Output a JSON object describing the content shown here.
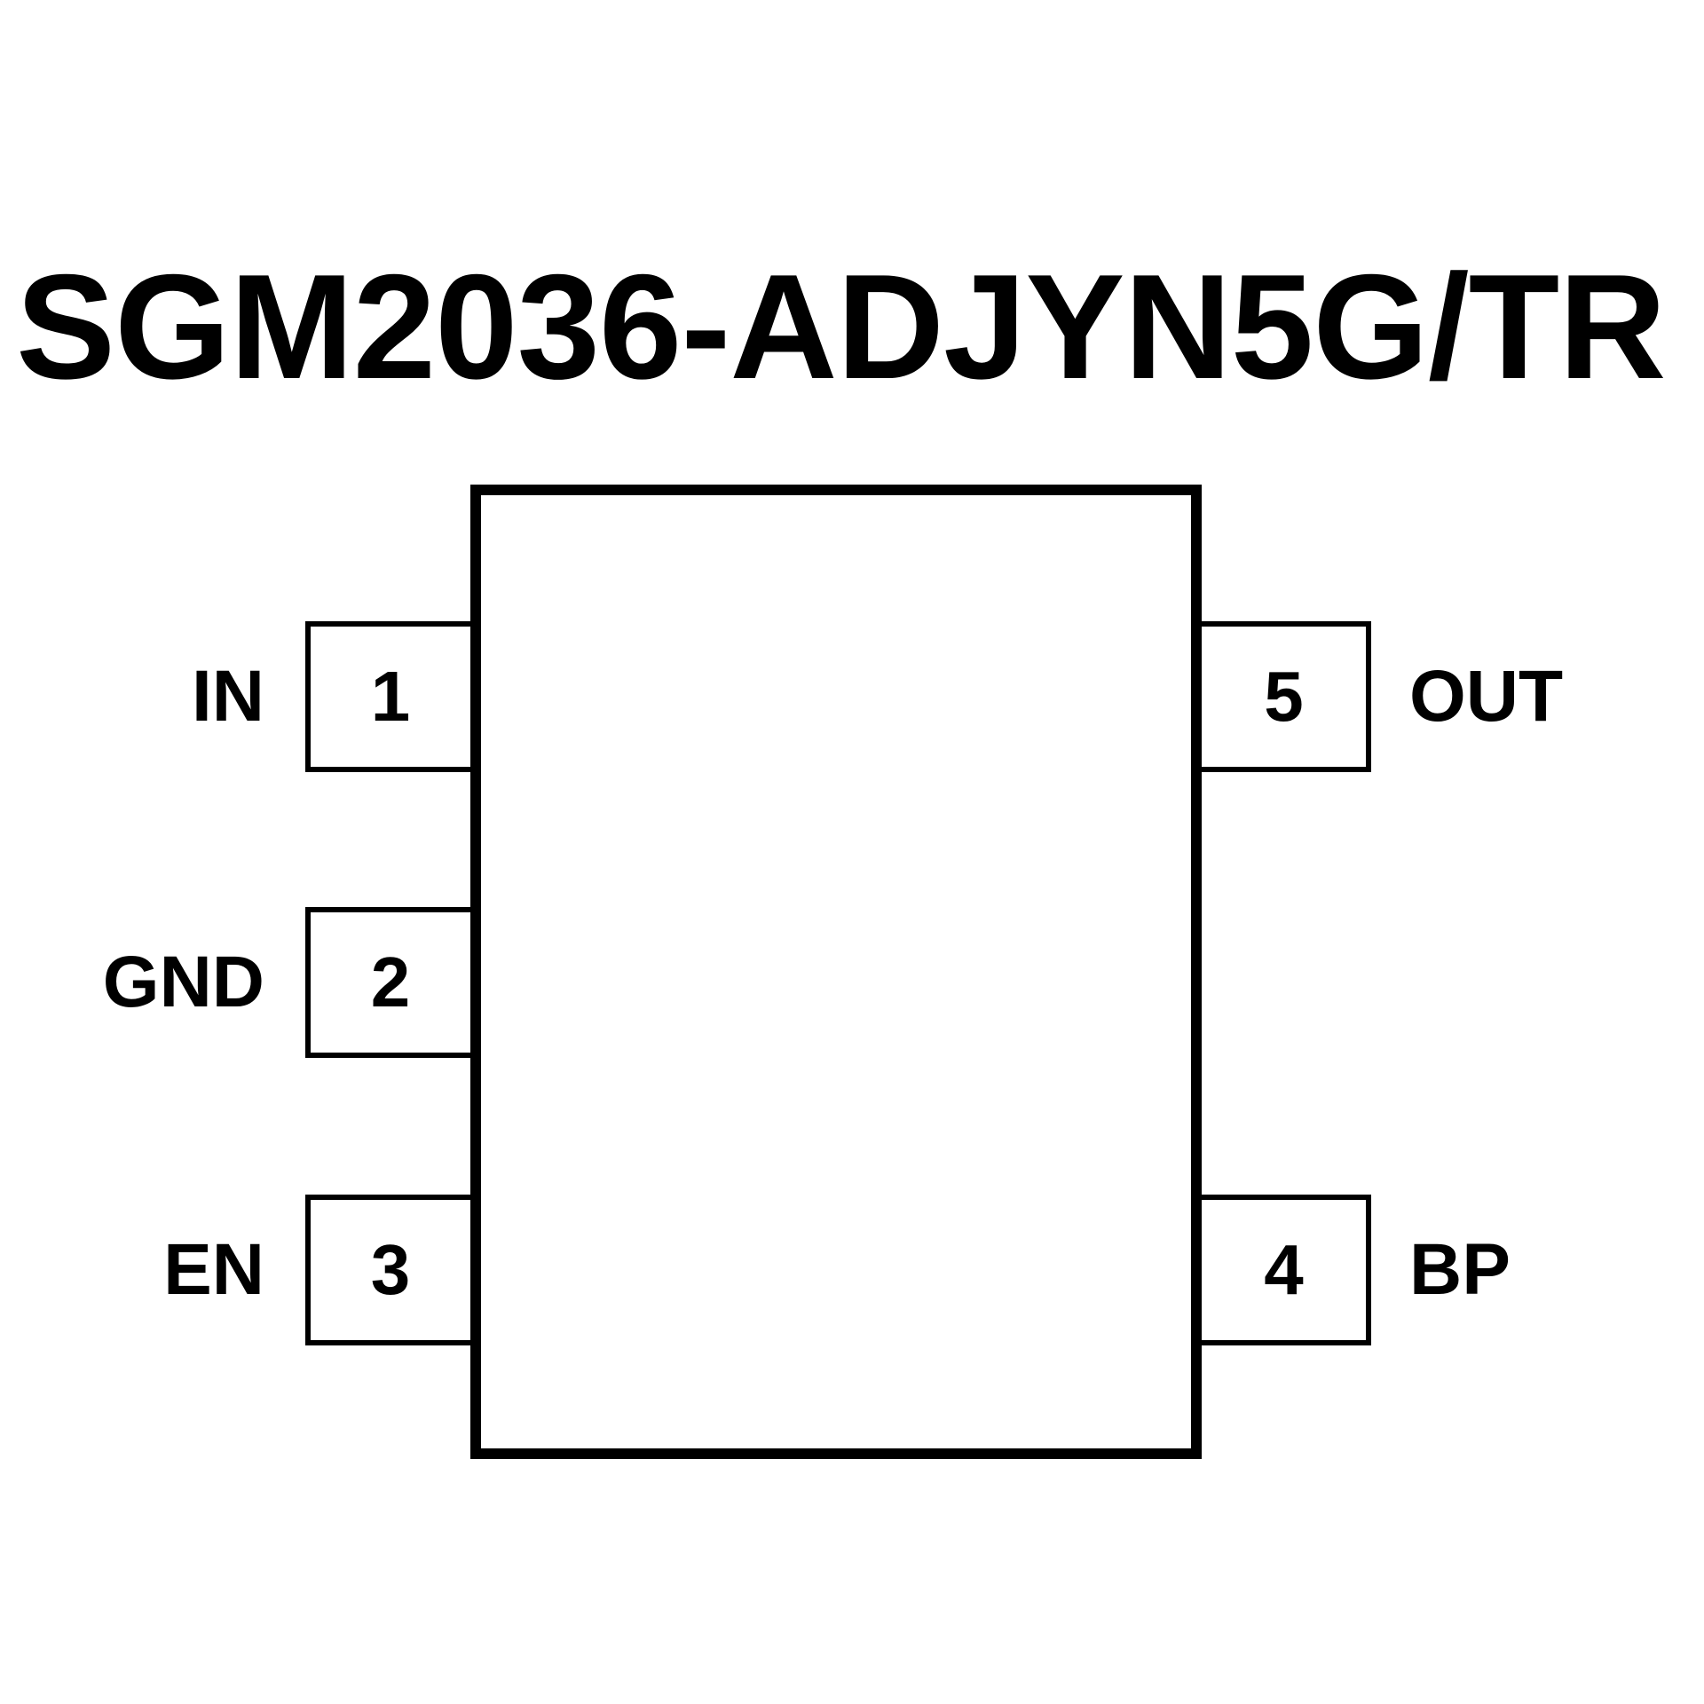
{
  "title": "SGM2036-ADJYN5G/TR",
  "colors": {
    "ink": "#000000",
    "background": "#ffffff"
  },
  "pinout": {
    "left_pins": [
      {
        "number": "1",
        "label": "IN"
      },
      {
        "number": "2",
        "label": "GND"
      },
      {
        "number": "3",
        "label": "EN"
      }
    ],
    "right_pins": [
      {
        "number": "5",
        "label": "OUT"
      },
      {
        "number": "4",
        "label": "BP"
      }
    ]
  }
}
